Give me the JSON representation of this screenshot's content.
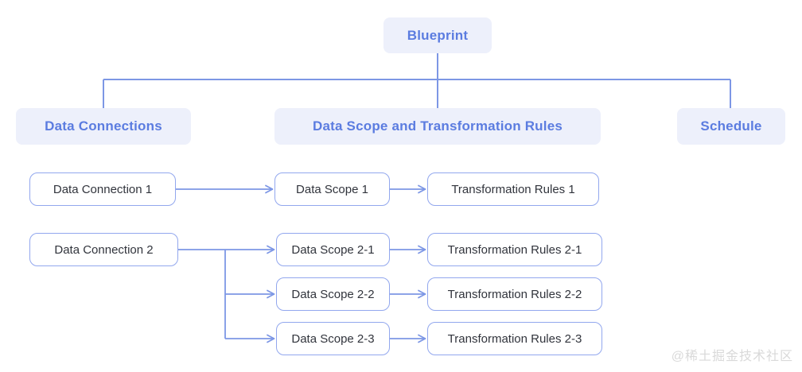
{
  "colors": {
    "header_bg": "#edf0fb",
    "header_text": "#5b7ce0",
    "box_border": "#92a7ee",
    "box_text": "#31343c",
    "connector": "#7d97e5",
    "watermark_text": "#d9d9d9",
    "background": "#ffffff"
  },
  "diagram": {
    "root": {
      "label": "Blueprint"
    },
    "branches": [
      {
        "label": "Data Connections"
      },
      {
        "label": "Data Scope and Transformation Rules"
      },
      {
        "label": "Schedule"
      }
    ],
    "flows": [
      {
        "source": "Data Connection 1",
        "targets": [
          {
            "scope": "Data Scope 1",
            "rules": "Transformation Rules 1"
          }
        ]
      },
      {
        "source": "Data Connection 2",
        "targets": [
          {
            "scope": "Data Scope 2-1",
            "rules": "Transformation Rules 2-1"
          },
          {
            "scope": "Data Scope 2-2",
            "rules": "Transformation Rules 2-2"
          },
          {
            "scope": "Data Scope 2-3",
            "rules": "Transformation Rules 2-3"
          }
        ]
      }
    ]
  },
  "watermark": {
    "text": "@稀土掘金技术社区"
  }
}
